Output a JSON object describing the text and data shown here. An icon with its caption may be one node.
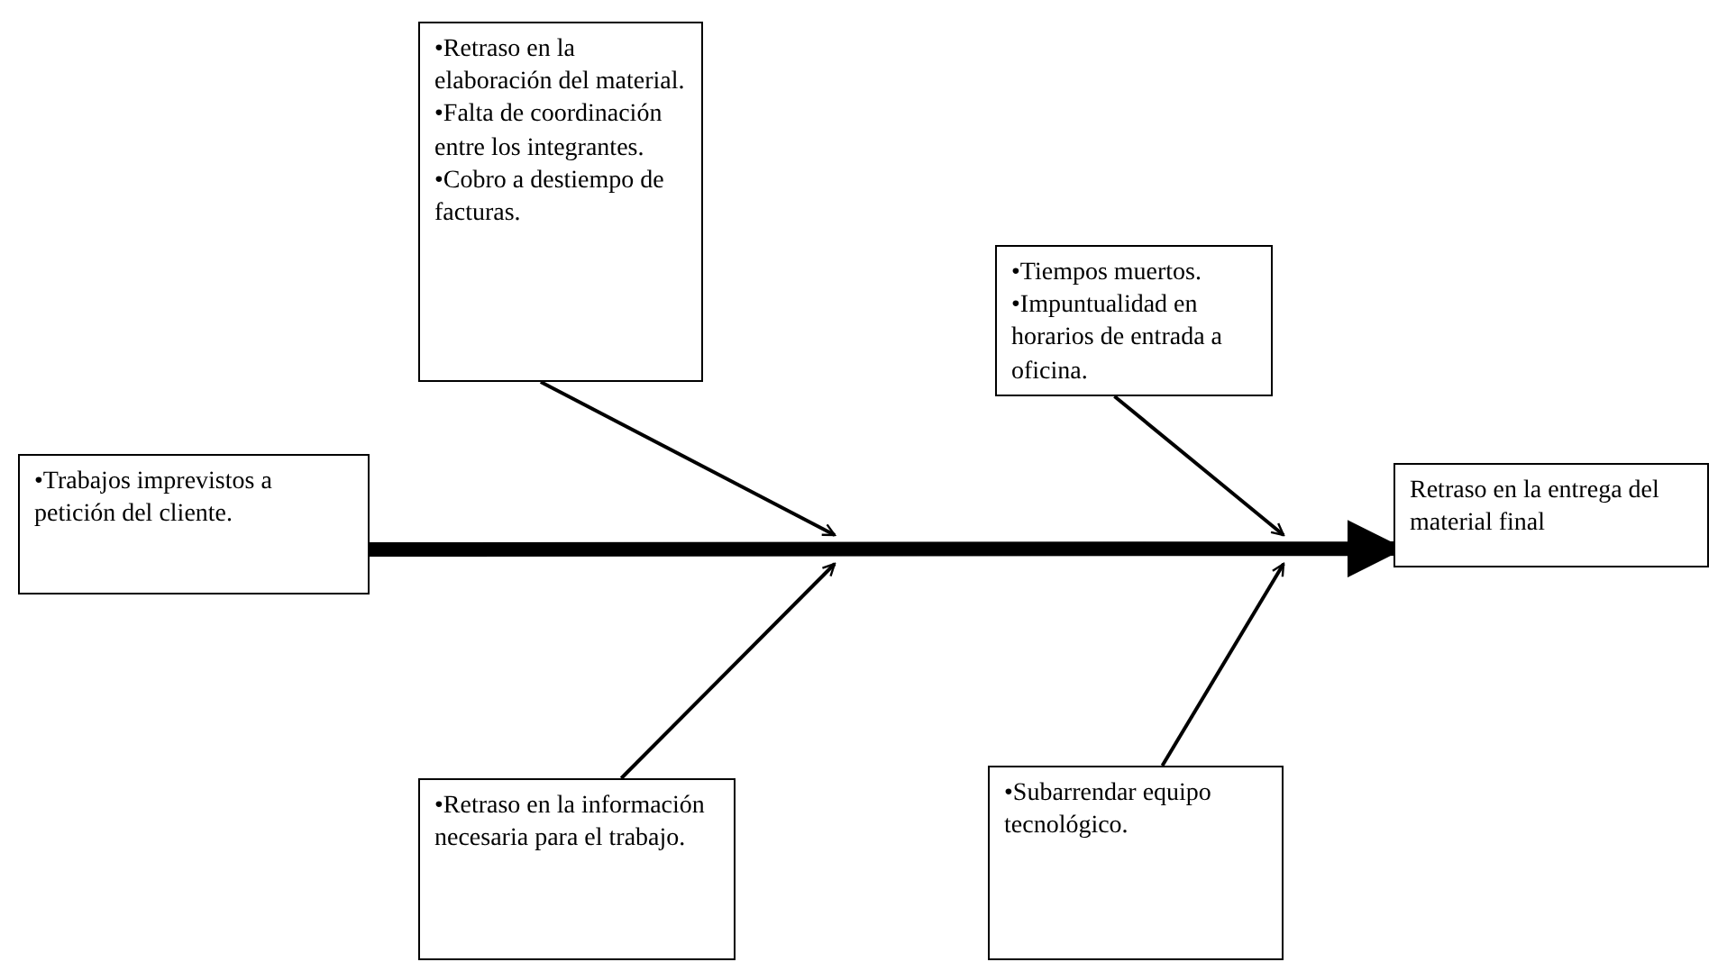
{
  "diagram": {
    "nodes": [
      {
        "text": [
          "•Retraso en la elaboración del material.",
          "•Falta de coordinación entre los integrantes.",
          "•Cobro a destiempo de facturas."
        ]
      },
      {
        "text": [
          "•Tiempos muertos.",
          "•Impuntualidad en horarios de entrada a oficina."
        ]
      },
      {
        "text": [
          "•Trabajos imprevistos a petición del cliente."
        ]
      },
      {
        "text": [
          "Retraso en la entrega del material final"
        ]
      },
      {
        "text": [
          "•Retraso en la información necesaria para el trabajo."
        ]
      },
      {
        "text": [
          "•Subarrendar equipo tecnológico."
        ]
      }
    ],
    "edges": [
      {
        "from": 2,
        "to": 3,
        "arrow": "to",
        "style": "thick"
      },
      {
        "from": 0,
        "to": null,
        "arrow": "to"
      },
      {
        "from": 1,
        "to": null,
        "arrow": "to"
      },
      {
        "from": 4,
        "to": null,
        "arrow": "to"
      },
      {
        "from": 5,
        "to": null,
        "arrow": "to"
      }
    ]
  }
}
